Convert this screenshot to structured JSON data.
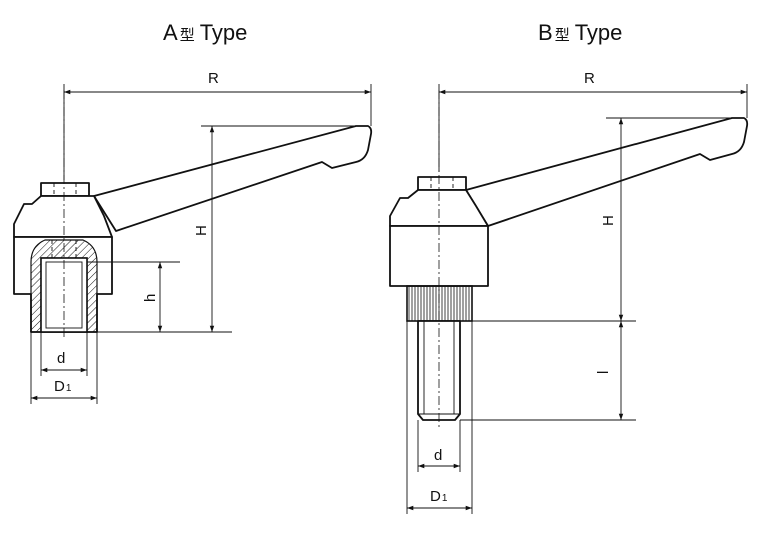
{
  "figure_a": {
    "title_letter": "A",
    "title_cjk": "型",
    "title_word": "Type",
    "dimensions": {
      "R": "R",
      "H": "H",
      "h": "h",
      "d": "d",
      "D": "D",
      "D_sub": "1"
    }
  },
  "figure_b": {
    "title_letter": "B",
    "title_cjk": "型",
    "title_word": "Type",
    "dimensions": {
      "R": "R",
      "H": "H",
      "l": "l",
      "d": "d",
      "D": "D",
      "D_sub": "1"
    }
  }
}
